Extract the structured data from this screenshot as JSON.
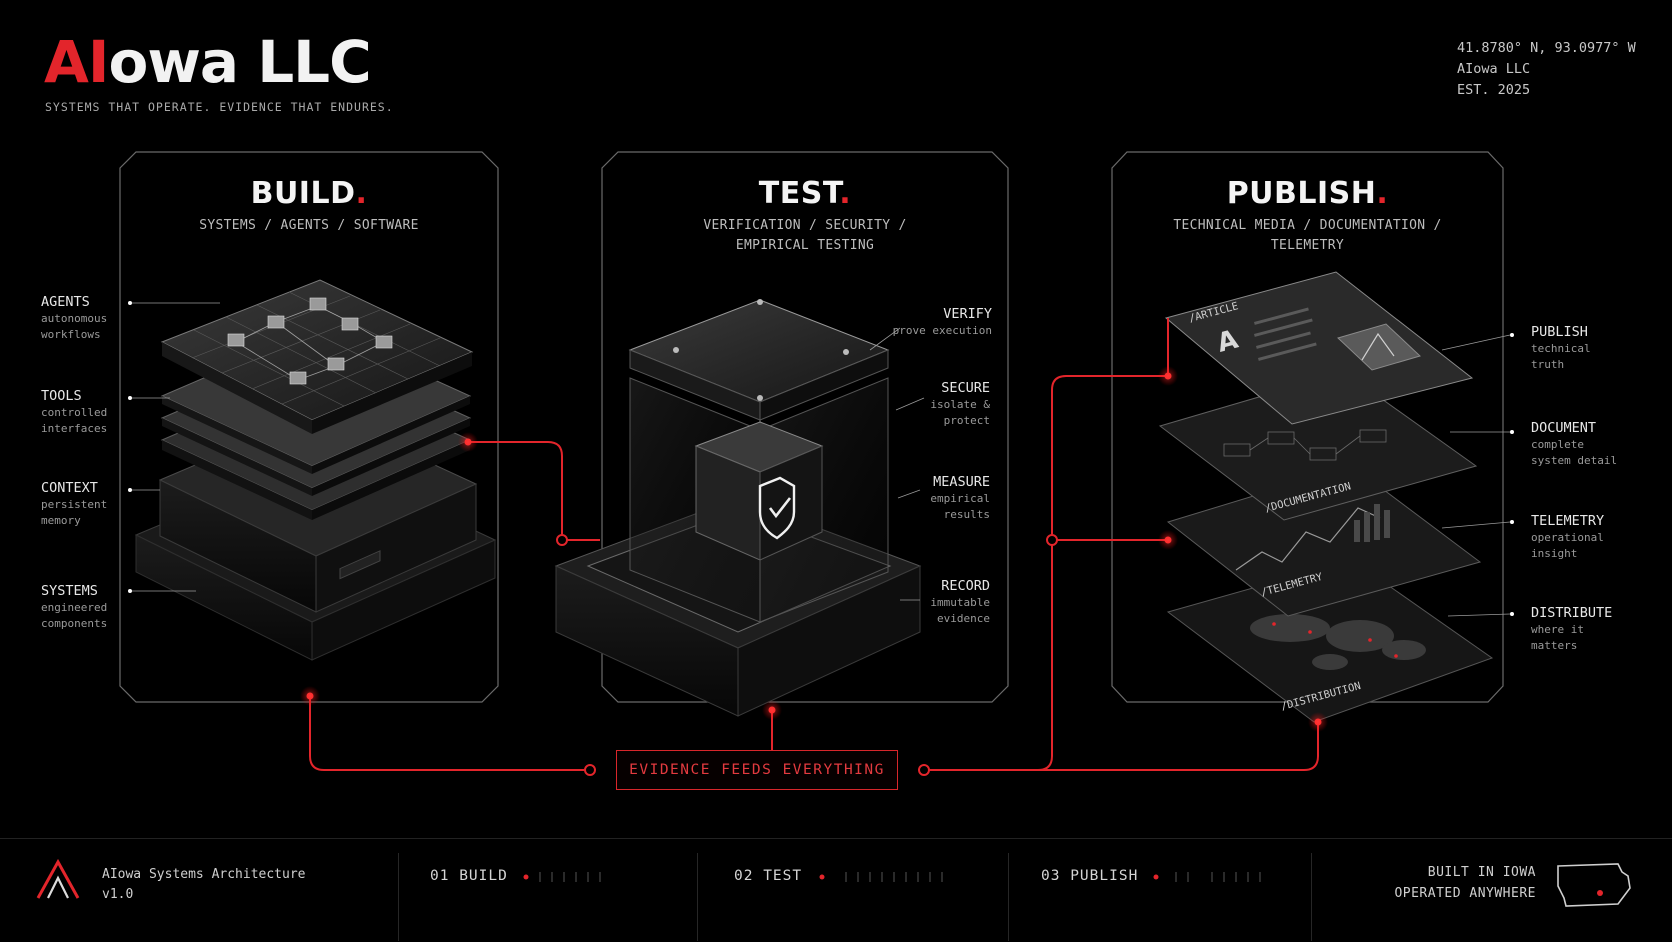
{
  "header": {
    "brand_accent": "AI",
    "brand_rest": "owa LLC",
    "tagline": "SYSTEMS THAT OPERATE. EVIDENCE THAT ENDURES.",
    "coords": "41.8780° N, 93.0977° W",
    "company": "AIowa LLC",
    "established": "EST. 2025"
  },
  "columns": {
    "build": {
      "title": "BUILD",
      "subtitle": "SYSTEMS / AGENTS / SOFTWARE",
      "labels": [
        {
          "title": "AGENTS",
          "desc1": "autonomous",
          "desc2": "workflows"
        },
        {
          "title": "TOOLS",
          "desc1": "controlled",
          "desc2": "interfaces"
        },
        {
          "title": "CONTEXT",
          "desc1": "persistent",
          "desc2": "memory"
        },
        {
          "title": "SYSTEMS",
          "desc1": "engineered",
          "desc2": "components"
        }
      ]
    },
    "test": {
      "title": "TEST",
      "subtitle_line1": "VERIFICATION / SECURITY /",
      "subtitle_line2": "EMPIRICAL TESTING",
      "labels": [
        {
          "title": "VERIFY",
          "desc1": "prove execution",
          "desc2": ""
        },
        {
          "title": "SECURE",
          "desc1": "isolate &",
          "desc2": "protect"
        },
        {
          "title": "MEASURE",
          "desc1": "empirical",
          "desc2": "results"
        },
        {
          "title": "RECORD",
          "desc1": "immutable",
          "desc2": "evidence"
        }
      ]
    },
    "publish": {
      "title": "PUBLISH",
      "subtitle_line1": "TECHNICAL MEDIA / DOCUMENTATION /",
      "subtitle_line2": "TELEMETRY",
      "labels": [
        {
          "title": "PUBLISH",
          "desc1": "technical",
          "desc2": "truth"
        },
        {
          "title": "DOCUMENT",
          "desc1": "complete",
          "desc2": "system detail"
        },
        {
          "title": "TELEMETRY",
          "desc1": "operational",
          "desc2": "insight"
        },
        {
          "title": "DISTRIBUTE",
          "desc1": "where it",
          "desc2": "matters"
        }
      ],
      "layers": [
        "/ARTICLE",
        "/DOCUMENTATION",
        "/TELEMETRY",
        "/DISTRIBUTION"
      ],
      "article_glyph": "A"
    }
  },
  "evidence_label": "EVIDENCE FEEDS EVERYTHING",
  "footer": {
    "logo_glyph": "A",
    "title": "AIowa Systems Architecture",
    "version": "v1.0",
    "steps": [
      "01  BUILD",
      "02  TEST",
      "03  PUBLISH"
    ],
    "right_line1": "BUILT IN IOWA",
    "right_line2": "OPERATED ANYWHERE"
  },
  "colors": {
    "accent": "#e3252b",
    "background": "#000000",
    "text": "#e8e8e8"
  }
}
